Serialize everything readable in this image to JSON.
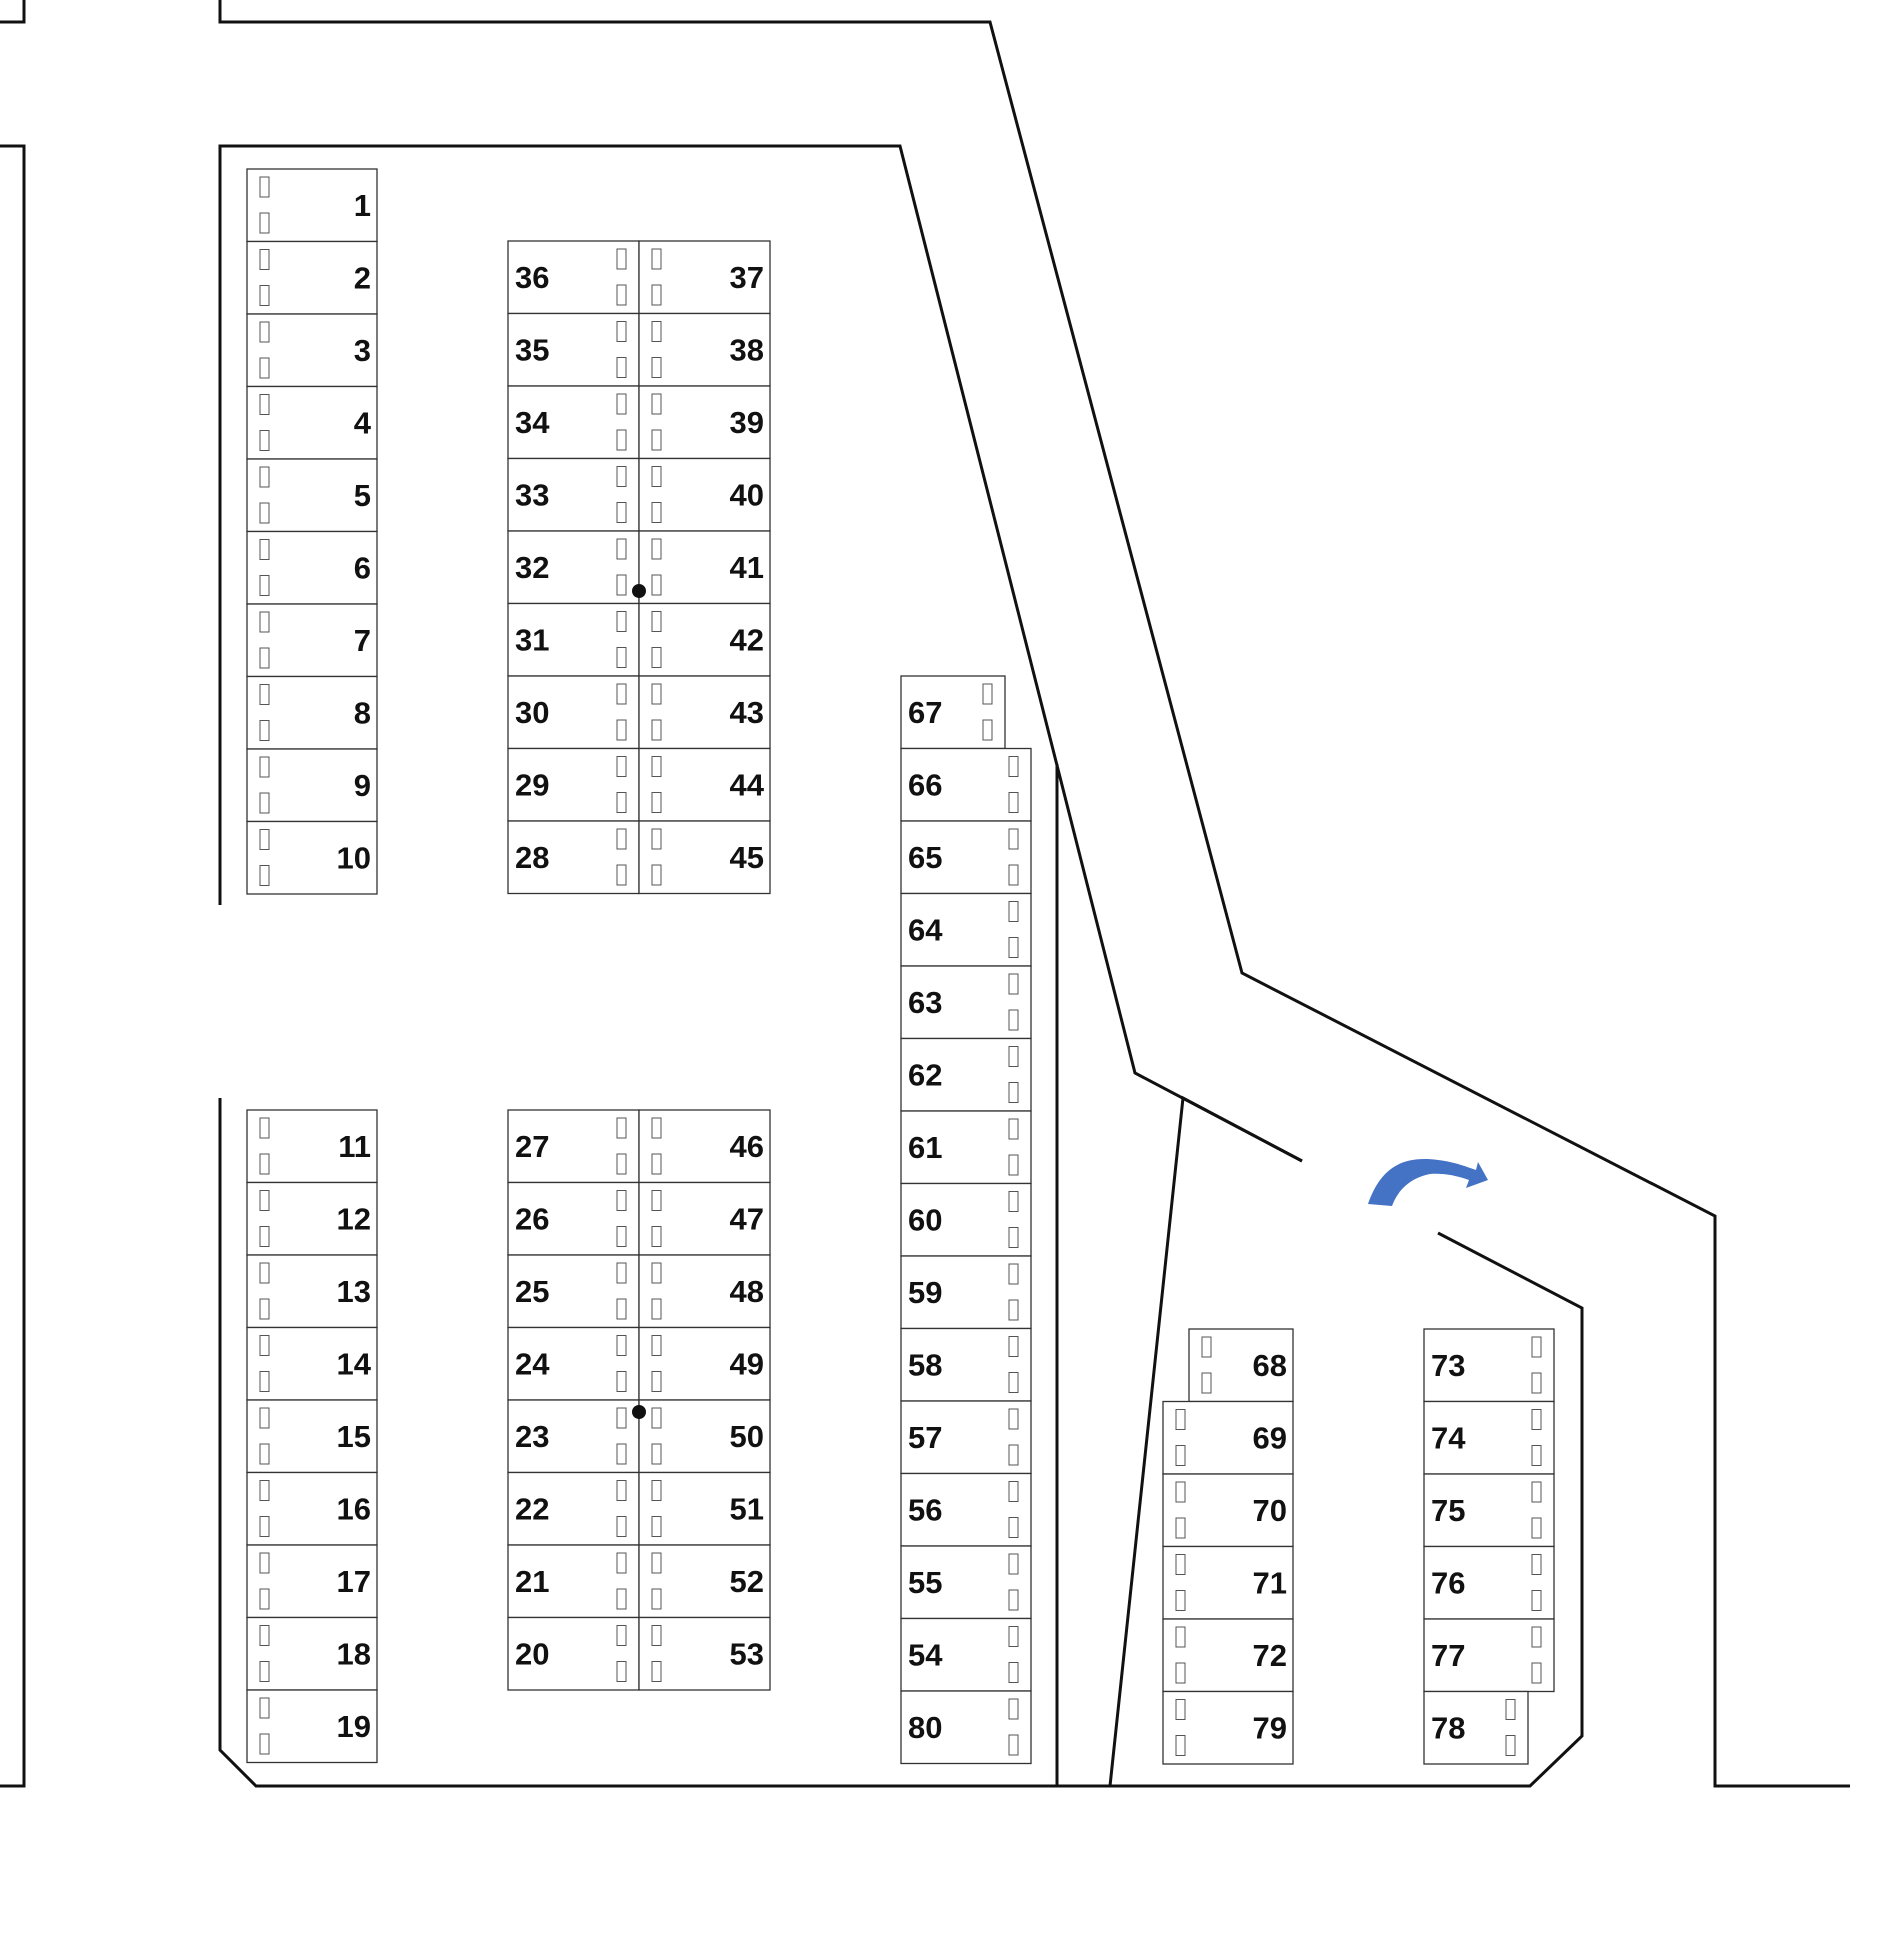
{
  "map": {
    "colors": {
      "lines": "#111111",
      "stall_border": "#333333",
      "arrow": "#4472c4",
      "background": "#ffffff"
    },
    "direction_arrow_icon": "curved-arrow-right-icon",
    "block_a": [
      "1",
      "2",
      "3",
      "4",
      "5",
      "6",
      "7",
      "8",
      "9",
      "10"
    ],
    "block_b": [
      "11",
      "12",
      "13",
      "14",
      "15",
      "16",
      "17",
      "18",
      "19"
    ],
    "block_c_left": [
      "36",
      "35",
      "34",
      "33",
      "32",
      "31",
      "30",
      "29",
      "28"
    ],
    "block_c_right": [
      "37",
      "38",
      "39",
      "40",
      "41",
      "42",
      "43",
      "44",
      "45"
    ],
    "block_d_left": [
      "27",
      "26",
      "25",
      "24",
      "23",
      "22",
      "21",
      "20"
    ],
    "block_d_right": [
      "46",
      "47",
      "48",
      "49",
      "50",
      "51",
      "52",
      "53"
    ],
    "block_e": [
      "67",
      "66",
      "65",
      "64",
      "63",
      "62",
      "61",
      "60",
      "59",
      "58",
      "57",
      "56",
      "55",
      "54",
      "80"
    ],
    "block_f": [
      "68",
      "69",
      "70",
      "71",
      "72",
      "79"
    ],
    "block_g": [
      "73",
      "74",
      "75",
      "76",
      "77",
      "78"
    ]
  }
}
